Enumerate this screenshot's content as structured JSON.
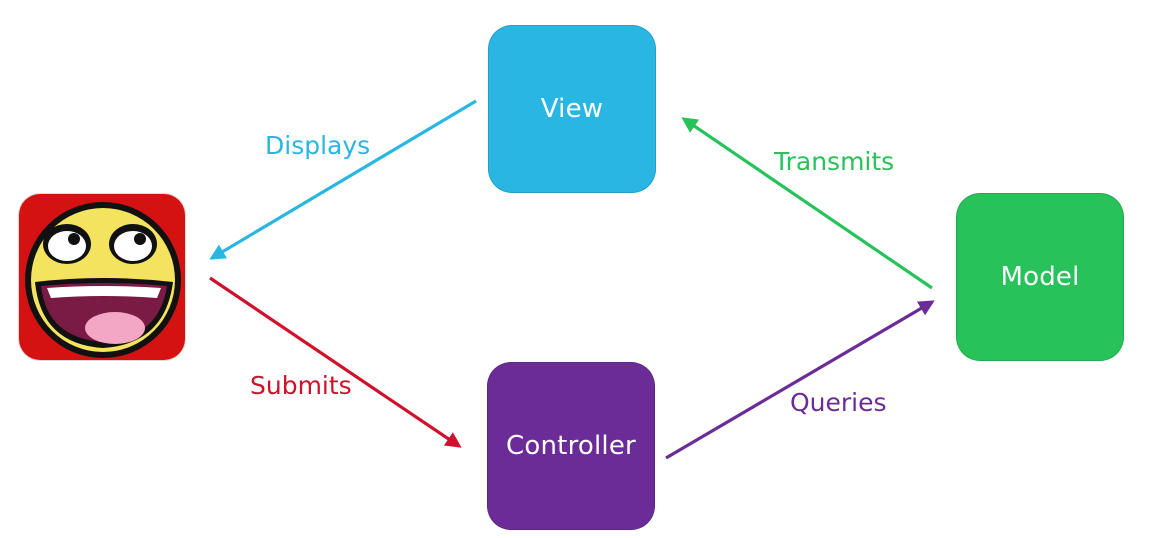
{
  "diagram": {
    "nodes": {
      "view": {
        "label": "View",
        "color": "#29b6e3"
      },
      "controller": {
        "label": "Controller",
        "color": "#6b2c97"
      },
      "model": {
        "label": "Model",
        "color": "#27c25a"
      },
      "user": {
        "icon": "awesome-smiley-face-icon",
        "background": "#d51212"
      }
    },
    "edges": {
      "displays": {
        "label": "Displays",
        "color": "#29b6e3",
        "from": "View",
        "to": "User"
      },
      "transmits": {
        "label": "Transmits",
        "color": "#27c25a",
        "from": "Model",
        "to": "View"
      },
      "submits": {
        "label": "Submits",
        "color": "#d0112b",
        "from": "User",
        "to": "Controller"
      },
      "queries": {
        "label": "Queries",
        "color": "#6b2c97",
        "from": "Controller",
        "to": "Model"
      }
    }
  }
}
